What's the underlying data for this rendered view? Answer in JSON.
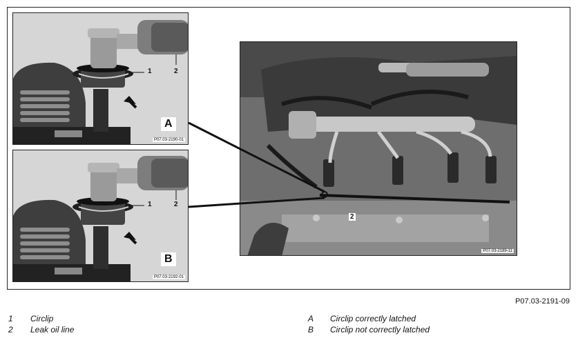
{
  "panel_a": {
    "letter": "A",
    "image_code": "P07.03-2190-01",
    "callout_1": "1",
    "callout_2": "2"
  },
  "panel_b": {
    "letter": "B",
    "image_code": "P07.03-2192-01",
    "callout_1": "1",
    "callout_2": "2"
  },
  "engine_photo": {
    "image_code": "P07.03-2189-11",
    "callout_2": "2"
  },
  "figure_code": "P07.03-2191-09",
  "legend_left": [
    {
      "key": "1",
      "text": "Circlip"
    },
    {
      "key": "2",
      "text": "Leak oil line"
    }
  ],
  "legend_right": [
    {
      "key": "A",
      "text": "Circlip correctly latched"
    },
    {
      "key": "B",
      "text": "Circlip not correctly latched"
    }
  ]
}
